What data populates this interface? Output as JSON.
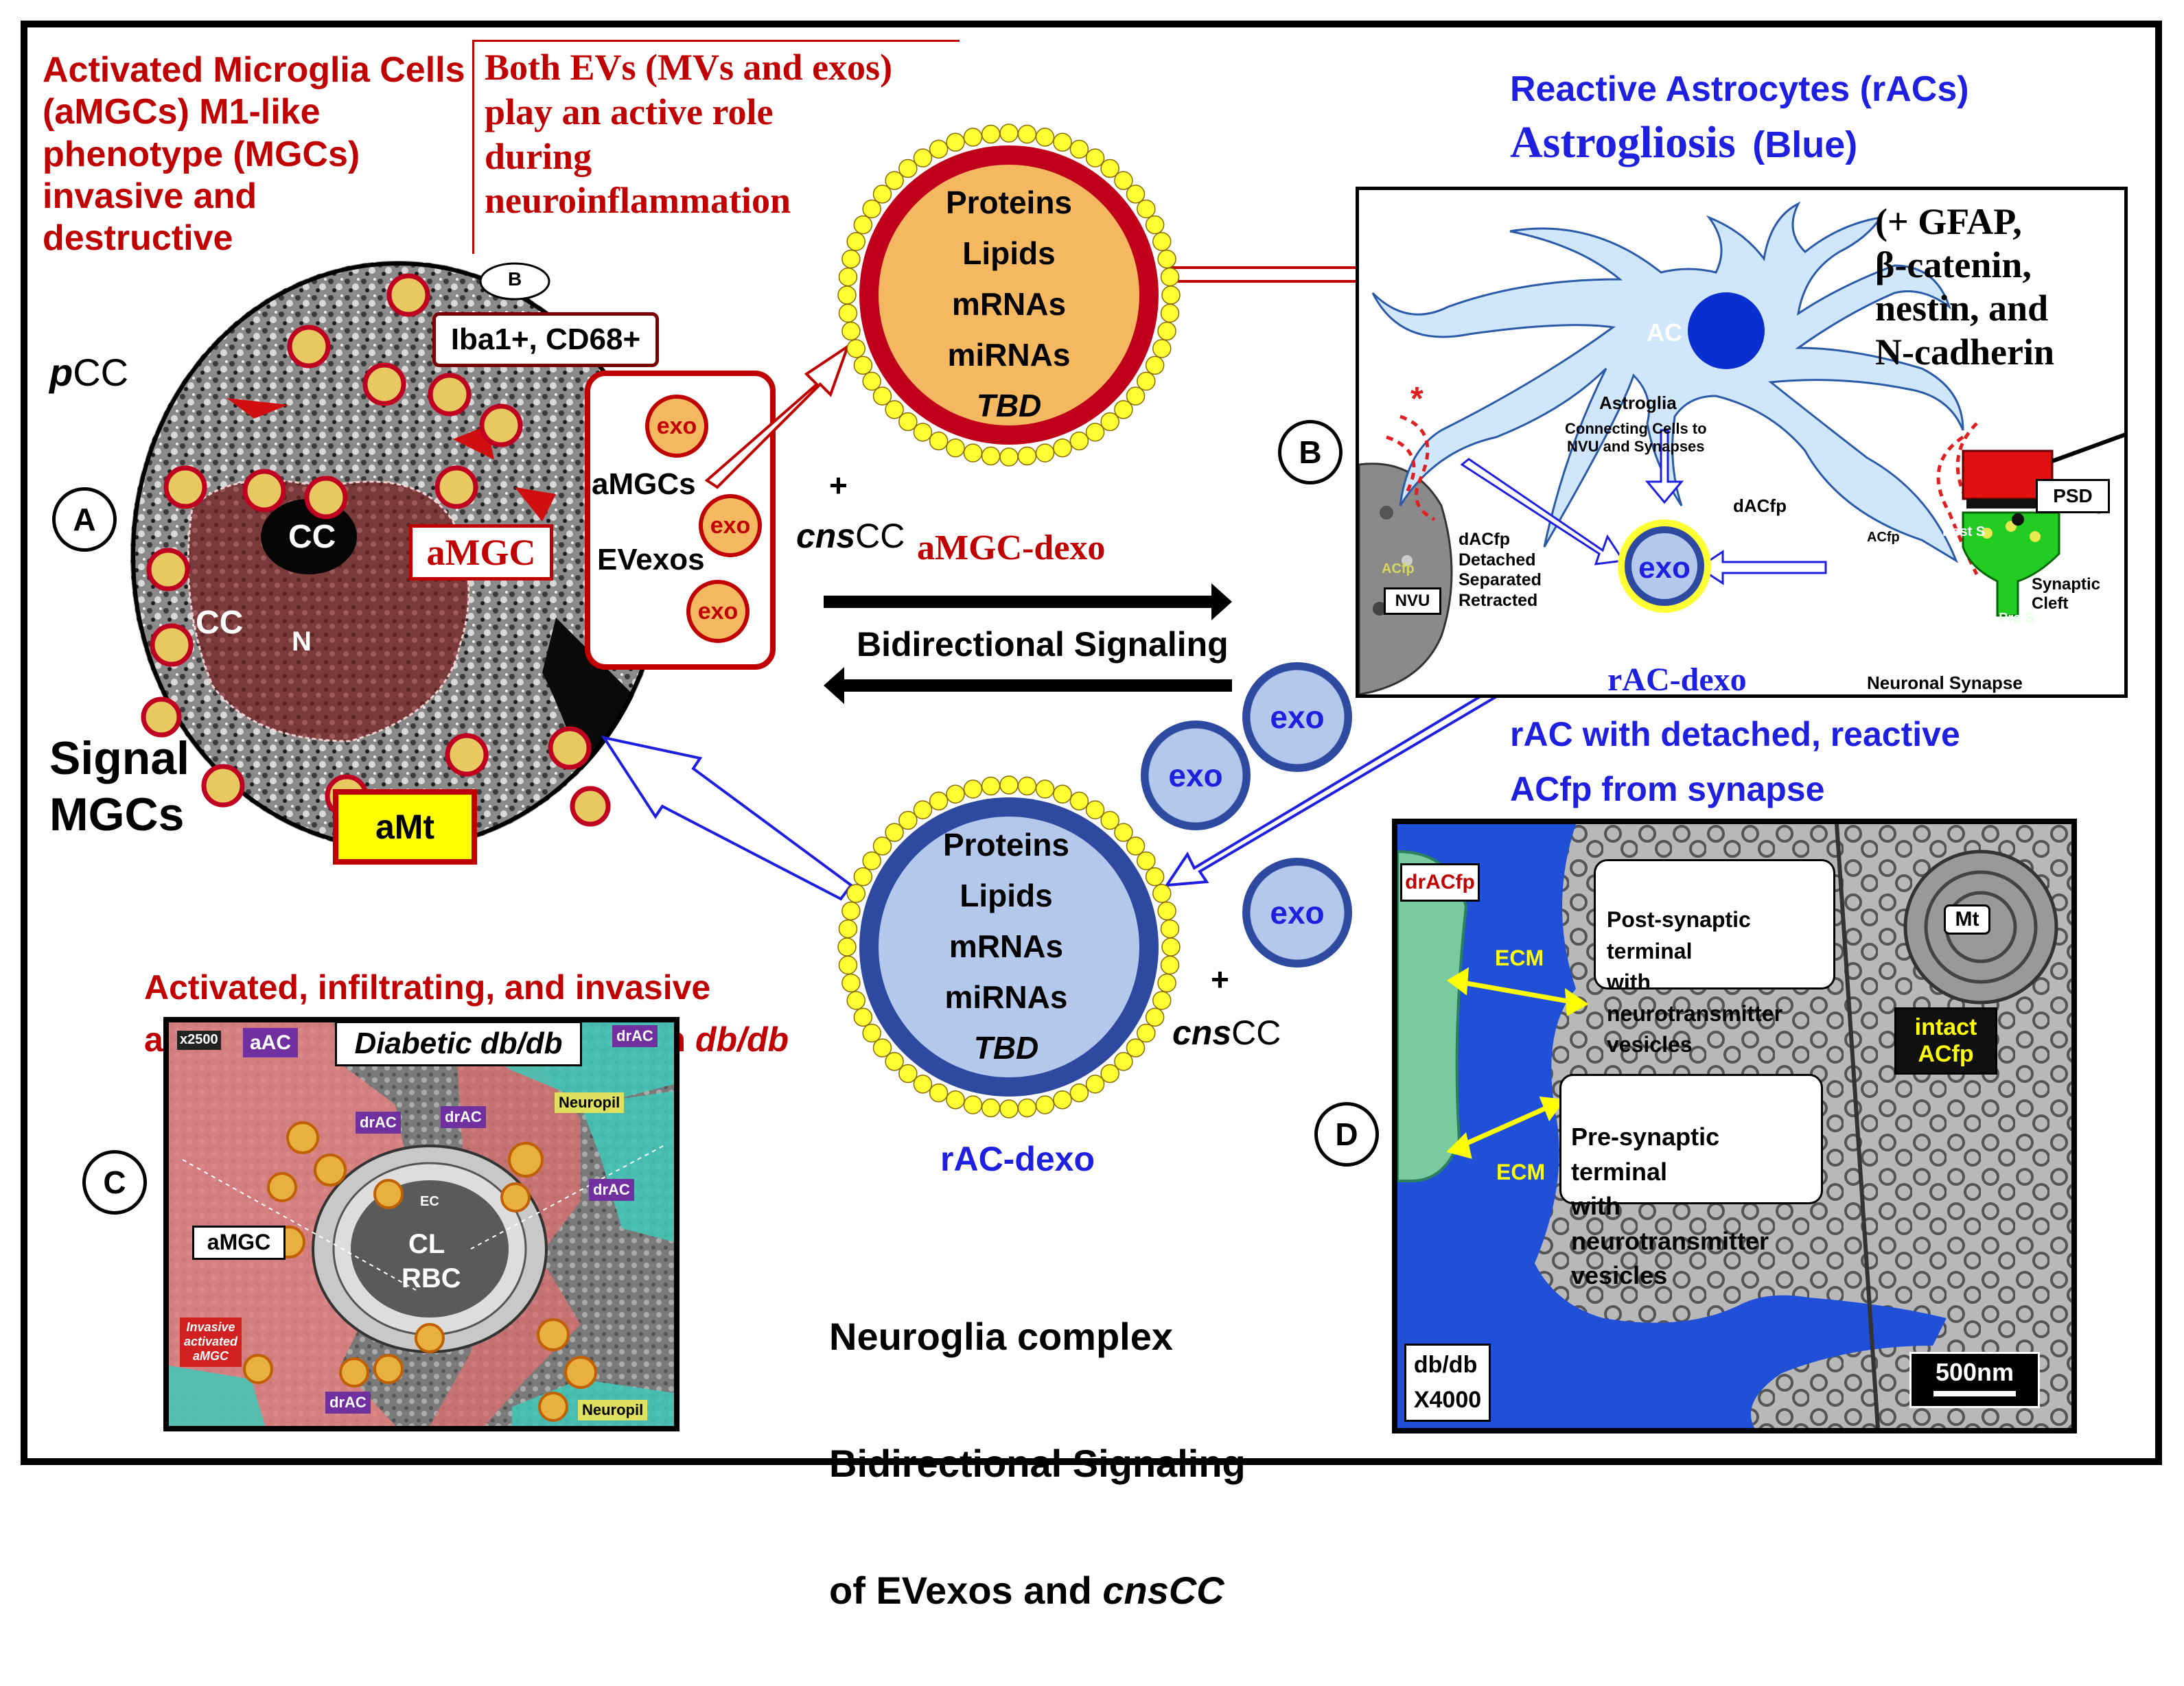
{
  "panel_a": {
    "heading": "Activated Microglia Cells\n(aMGCs) M1-like\nphenotype (MGCs)\ninvasive and\ndestructive",
    "pcc_prefix": "p",
    "pcc_suffix": "CC",
    "iba_label": "Iba1+, CD68+",
    "b_marker": "B",
    "amgc_label": "aMGC",
    "cc_top": "CC",
    "cc_left": "CC",
    "nucleus": "N",
    "amt_label": "aMt",
    "signal_label": "Signal\nMGCs",
    "circle_label": "A",
    "evexo_box": {
      "line1": "aMGCs",
      "line2": "EVexos",
      "exo_labels": [
        "exo",
        "exo",
        "exo"
      ]
    }
  },
  "evs_note": "Both EVs (MVs and exos)\nplay an active role\nduring\nneuroinflammation",
  "amgc_dexo": {
    "contents": [
      "Proteins",
      "Lipids",
      "mRNAs",
      "miRNAs",
      "TBD"
    ],
    "label": "aMGC-dexo",
    "plus": "+",
    "cns_italic": "cns",
    "cns_suffix": "CC"
  },
  "bidirectional": {
    "label": "Bidirectional Signaling"
  },
  "panel_b": {
    "title_line1": "Reactive Astrocytes (rACs)",
    "title_line2_main": "Astrogliosis",
    "title_line2_paren": "(Blue)",
    "markers": "(+ GFAP,\nβ-catenin,\nnestin, and\nN-cadherin",
    "ac_label": "AC",
    "astroglia": "Astroglia",
    "connecting": "Connecting Cells to\nNVU and Synapses",
    "dacfp_left": "dACfp\nDetached\nSeparated\nRetracted",
    "dacfp_right": "dACfp",
    "nvu": "NVU",
    "acfp_small": "ACfp",
    "acfp_small2": "ACfp",
    "exo": "exo",
    "psd": "PSD",
    "post_s": "Post S",
    "pre_s": "Pre S",
    "synaptic_cleft": "Synaptic\nCleft",
    "neuronal_synapse": "Neuronal Synapse",
    "circle_label": "B",
    "rac_dexo_small": "rAC-dexo",
    "caption": "rAC with detached, reactive\nACfp from synapse"
  },
  "floating_exos": [
    "exo",
    "exo",
    "exo"
  ],
  "rac_dexo": {
    "contents": [
      "Proteins",
      "Lipids",
      "mRNAs",
      "miRNAs",
      "TBD"
    ],
    "label": "rAC-dexo",
    "plus": "+",
    "cns_italic": "cns",
    "cns_suffix": "CC"
  },
  "panel_c": {
    "caption_main": "Activated, infiltrating, and invasive\naMGCs of NVUs and Synapses in ",
    "caption_italic": "db/db",
    "title": "Diabetic db/db",
    "mag": "x2500",
    "aac": "aAC",
    "drac_labels": [
      "drAC",
      "drAC",
      "drAC",
      "drAC",
      "drAC"
    ],
    "neuropil": "Neuropil",
    "neuropil2": "Neuropil",
    "amgc": "aMGC",
    "cl": "CL",
    "rbc": "RBC",
    "ec": "EC",
    "invasive": "Invasive\nactivated\naMGC",
    "circle_label": "C"
  },
  "neuroglia_caption": {
    "line1": "Neuroglia complex",
    "line2": "Bidirectional Signaling",
    "line3_prefix": "of EVexos and ",
    "line3_italic": "cnsCC"
  },
  "panel_d": {
    "dracfp": "drACfp",
    "post_box": "Post-synaptic terminal\nwith neurotransmitter\nvesicles",
    "pre_box": "Pre-synaptic terminal\nwith neurotransmitter\nvesicles",
    "ecm_top": "ECM",
    "ecm_bottom": "ECM",
    "mt": "Mt",
    "intact": "intact\nACfp",
    "dbdb": "db/db\nX4000",
    "scale": "500nm",
    "circle_label": "D"
  },
  "colors": {
    "red": "#c00000",
    "blue": "#1f1fe0",
    "vesicle_red_ring": "#c0001a",
    "vesicle_blue_ring": "#2e4aa0",
    "vesicle_red_fill": "#f4b860",
    "vesicle_blue_fill": "#b4c8ec",
    "bead_yellow": "#ffff33",
    "astrocyte_fill": "#cfe6fb",
    "em_blue": "#2050d8"
  }
}
